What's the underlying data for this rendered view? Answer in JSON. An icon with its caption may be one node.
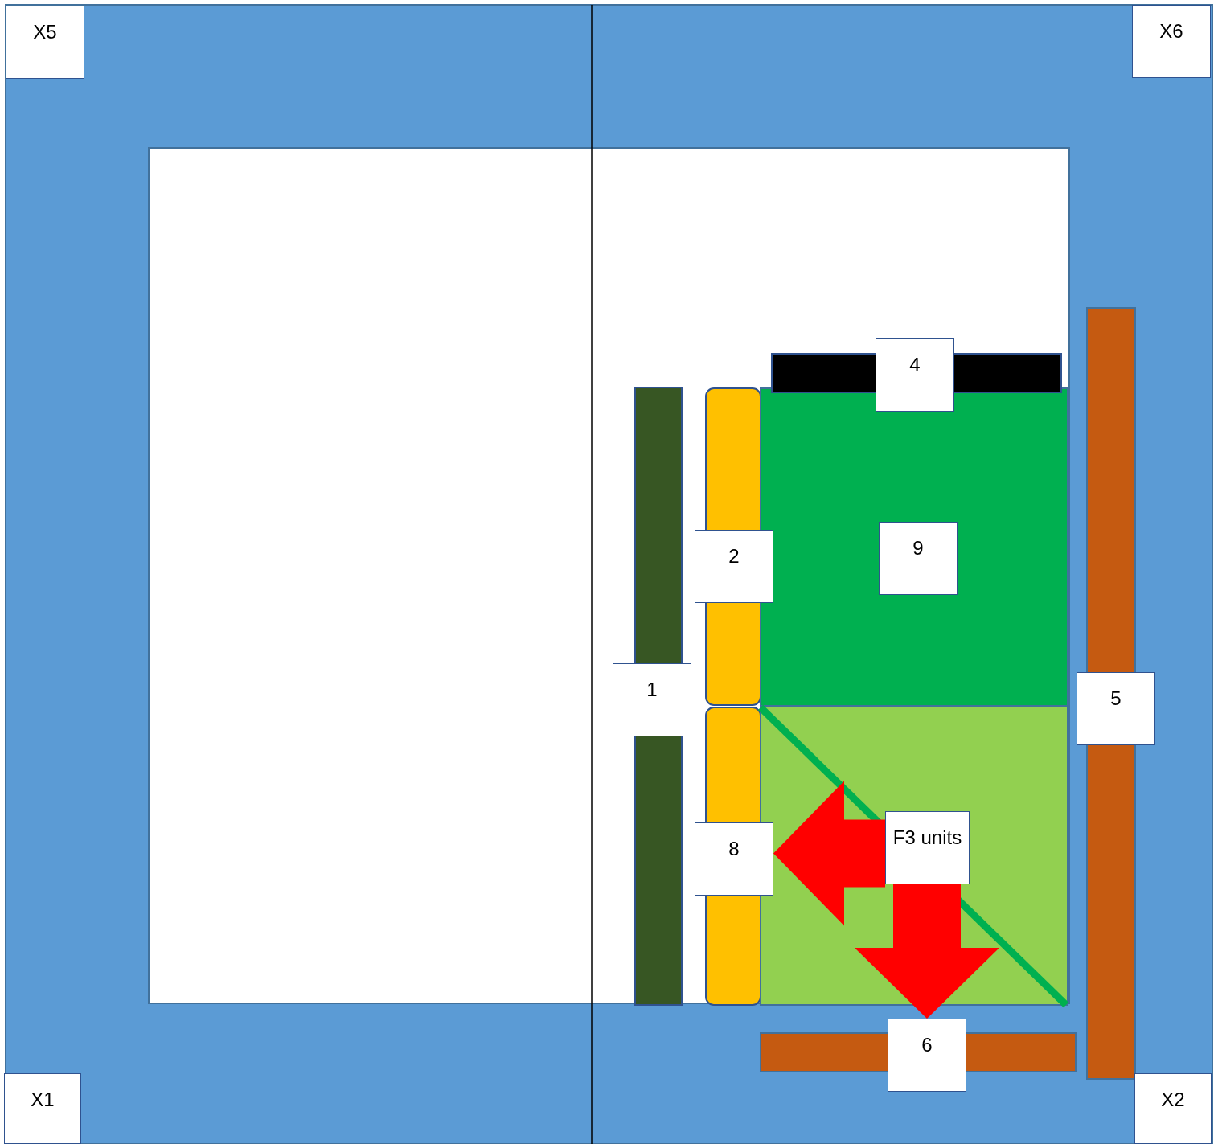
{
  "diagram": {
    "nodes": [
      {
        "text": [
          "X5"
        ]
      },
      {
        "text": [
          "X6"
        ]
      },
      {
        "text": [
          "4"
        ]
      },
      {
        "text": [
          "9"
        ]
      },
      {
        "text": [
          "2"
        ]
      },
      {
        "text": [
          "1"
        ]
      },
      {
        "text": [
          "5"
        ]
      },
      {
        "text": [
          "F3 units"
        ]
      },
      {
        "text": [
          "8"
        ]
      },
      {
        "text": [
          "6"
        ]
      },
      {
        "text": [
          "X1"
        ]
      },
      {
        "text": [
          "X2"
        ]
      }
    ],
    "edges": [
      {
        "from": 7,
        "to": 8,
        "arrow": "to",
        "color": "#ff0000"
      },
      {
        "from": 7,
        "to": 9,
        "arrow": "to",
        "color": "#ff0000"
      }
    ]
  }
}
